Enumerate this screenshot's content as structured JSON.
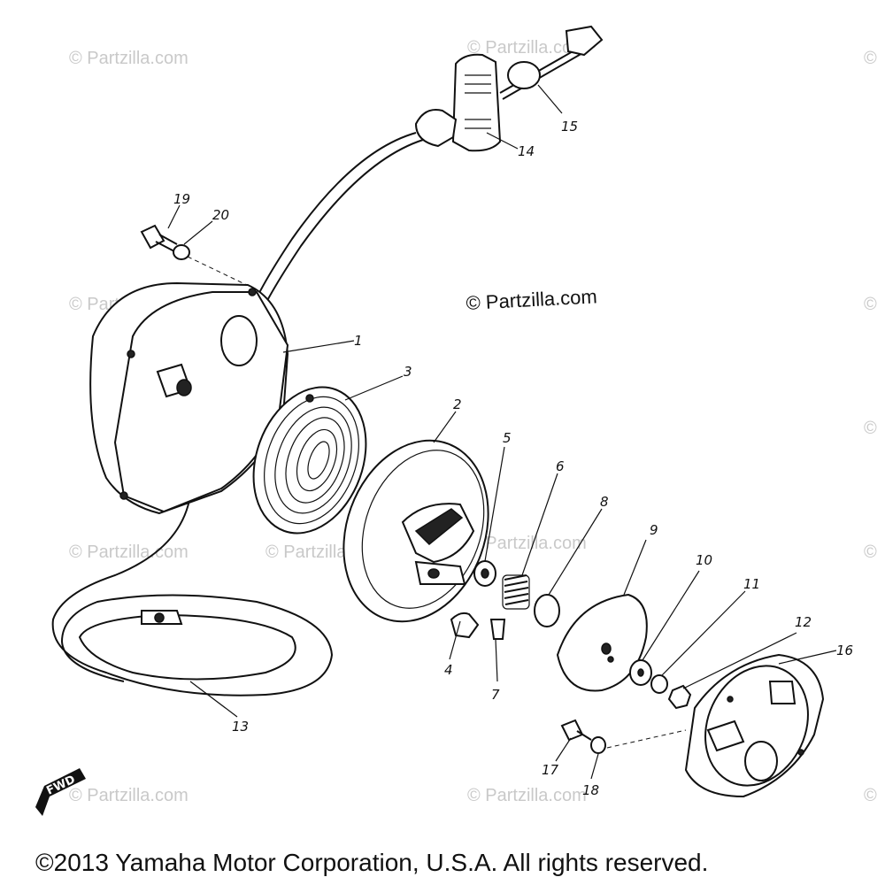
{
  "watermarks": [
    "© Partzilla.com",
    "© Partzilla.com",
    "© Partzilla.com",
    "© Partzilla.com",
    "© Partzilla.com",
    "© Partzilla.com",
    "© Partzilla.com",
    "© Partzilla.com",
    "©",
    "©",
    "©",
    "©",
    "©"
  ],
  "center_watermark": "© Partzilla.com",
  "part_numbers": {
    "p1": "1",
    "p2": "2",
    "p3": "3",
    "p4": "4",
    "p5": "5",
    "p6": "6",
    "p7": "7",
    "p8": "8",
    "p9": "9",
    "p10": "10",
    "p11": "11",
    "p12": "12",
    "p13": "13",
    "p14": "14",
    "p15": "15",
    "p16": "16",
    "p17": "17",
    "p18": "18",
    "p19": "19",
    "p20": "20"
  },
  "fwd_label": "FWD",
  "copyright": "©2013 Yamaha Motor Corporation, U.S.A. All rights reserved."
}
